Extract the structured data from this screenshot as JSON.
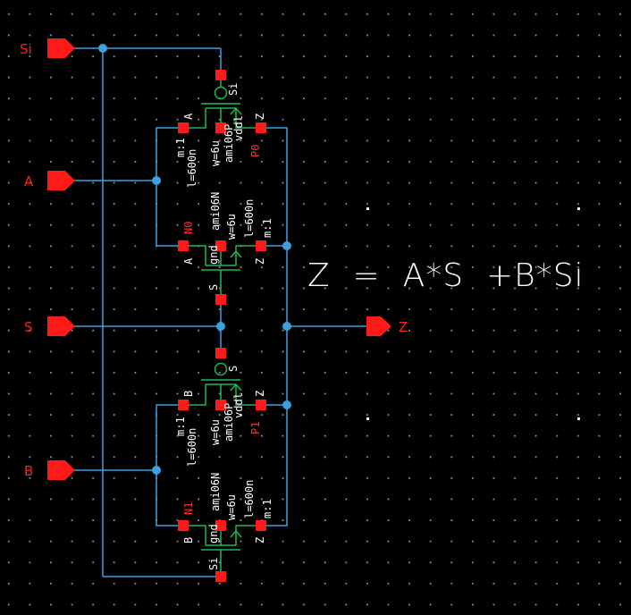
{
  "pins": {
    "si": "Si",
    "a": "A",
    "s": "S",
    "b": "B",
    "z": "Z"
  },
  "equation": "Z  =  A*S  +B*Si",
  "gate1": {
    "pmos": {
      "gate": "Si",
      "left": "A",
      "right": "Z",
      "m": "m:1",
      "l": "l=600n",
      "w": "w=6u",
      "model": "ami06P",
      "bulk": "vddl",
      "inst": "P0"
    },
    "nmos": {
      "gate": "S",
      "left": "A",
      "right": "Z",
      "m": "m:1",
      "l": "l=600n",
      "w": "w=6u",
      "model": "ami06N",
      "bulk": "gnd",
      "inst": "N0"
    }
  },
  "gate2": {
    "pmos": {
      "gate": "S",
      "left": "B",
      "right": "Z",
      "m": "m:1",
      "l": "l=600n",
      "w": "w=6u",
      "model": "ami06P",
      "bulk": "vddl",
      "inst": "P1"
    },
    "nmos": {
      "gate": "Si",
      "left": "B",
      "right": "Z",
      "m": "m:1",
      "l": "l=600n",
      "w": "w=6u",
      "model": "ami06N",
      "bulk": "gnd",
      "inst": "N1"
    }
  },
  "colors": {
    "background": "#000000",
    "wire": "#3aa0e0",
    "pin": "#ff1a1a",
    "device": "#1db954",
    "text": "#ffffff"
  }
}
